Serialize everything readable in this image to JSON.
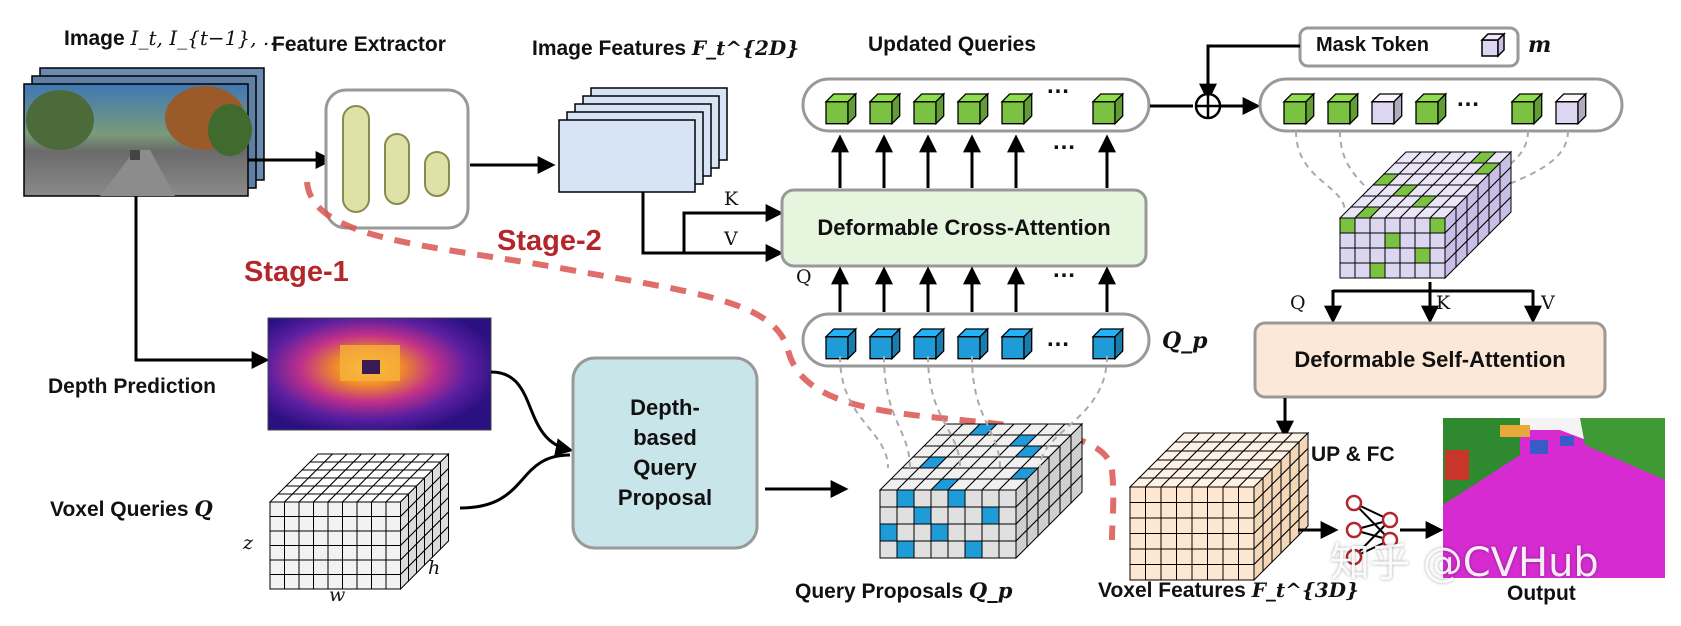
{
  "labels": {
    "image": "Image",
    "image_math": "I_t, I_{t−1}, …",
    "feature_extractor": "Feature Extractor",
    "image_features": "Image Features",
    "image_features_math": "F_t^{2D}",
    "updated_queries": "Updated Queries",
    "mask_token": "Mask Token",
    "mask_token_math": "m",
    "stage1": "Stage-1",
    "stage2": "Stage-2",
    "deformable_cross_attention": "Deformable Cross-Attention",
    "deformable_self_attention": "Deformable Self-Attention",
    "depth_prediction": "Depth Prediction",
    "depth_based_query_proposal": "Depth-\nbased\nQuery\nProposal",
    "voxel_queries": "Voxel Queries",
    "voxel_queries_math": "Q",
    "axis_z": "z",
    "axis_h": "h",
    "axis_w": "w",
    "query_proposals": "Query Proposals",
    "query_proposals_math": "Q_p",
    "qp_row_math": "Q_p",
    "voxel_features": "Voxel Features",
    "voxel_features_math": "F_t^{3D}",
    "up_fc": "UP & FC",
    "output": "Output",
    "k": "K",
    "v": "V",
    "q": "Q",
    "ellipsis": "…",
    "watermark": "知乎 @CVHub"
  },
  "colors": {
    "query_green": "#7cc242",
    "query_blue": "#1f9bd7",
    "mask_lavender": "#ddd6f0",
    "cross_attention_fill": "#e6f5de",
    "self_attention_fill": "#fbe8d6",
    "proposal_fill": "#c8e6ea",
    "stage_red": "#b3262a",
    "feature_fill": "#d6e4f5",
    "extractor_bar": "#dfe2a6",
    "voxel_peach": "#fde7d0",
    "grid_gray": "#e6e6e6"
  }
}
